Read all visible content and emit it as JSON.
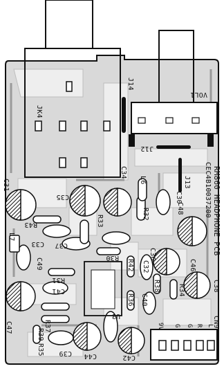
{
  "board": {
    "title_line1": "RM860 HEADPHONE PCB",
    "title_line2": "CEC4B10037200",
    "colors": {
      "board": "#d9d9d9",
      "trace": "#eeeeee",
      "ink": "#111111",
      "paper": "#ffffff"
    }
  },
  "labels": {
    "jk4": "JK4",
    "j14": "J14",
    "j12": "J12",
    "j13": "J13",
    "vol1": "VOL1",
    "c31": "C31",
    "c35": "C35",
    "c34": "C34",
    "l6": "L6",
    "r32": "R32",
    "c48": "C48",
    "c30": "C30",
    "r43": "R43",
    "r33": "R33",
    "l7": "L7",
    "c33": "C33",
    "c37": "C37",
    "c36": "C36",
    "r30": "R30",
    "r42": "R42",
    "c32": "C32",
    "c46": "C46",
    "c49": "C49",
    "r31": "R31",
    "r38": "R38",
    "r34": "R34",
    "c41": "C41",
    "c38": "C38",
    "r36": "R36",
    "c40": "C40",
    "c47": "C47",
    "r37": "R37",
    "r39": "R39",
    "r35": "R35",
    "u3": "U3",
    "c39": "C39",
    "c44": "C44",
    "c42": "C42",
    "cn9": "CN9",
    "pin_9v": "9V",
    "pin_g1": "G",
    "pin_g2": "G",
    "pin_r": "R",
    "pin_l": "L"
  }
}
